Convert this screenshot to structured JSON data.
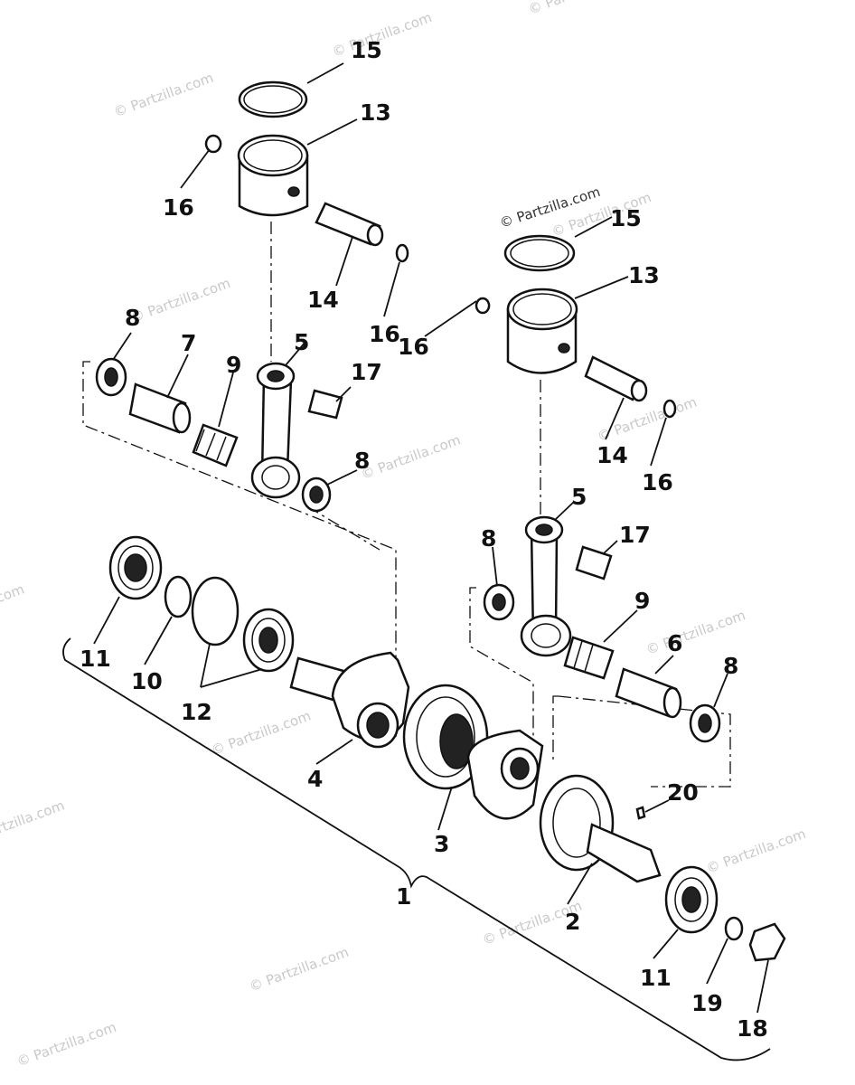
{
  "watermark": "© Partzilla.com",
  "main_watermark": "© Partzilla.com",
  "callouts": {
    "c1": "1",
    "c2": "2",
    "c3": "3",
    "c4": "4",
    "c5a": "5",
    "c5b": "5",
    "c6": "6",
    "c7": "7",
    "c8a": "8",
    "c8b": "8",
    "c8c": "8",
    "c8d": "8",
    "c9a": "9",
    "c9b": "9",
    "c10": "10",
    "c11a": "11",
    "c11b": "11",
    "c12": "12",
    "c13a": "13",
    "c13b": "13",
    "c14a": "14",
    "c14b": "14",
    "c15a": "15",
    "c15b": "15",
    "c16a": "16",
    "c16b": "16",
    "c16c": "16",
    "c16d": "16",
    "c17a": "17",
    "c17b": "17",
    "c18": "18",
    "c19": "19",
    "c20": "20"
  }
}
